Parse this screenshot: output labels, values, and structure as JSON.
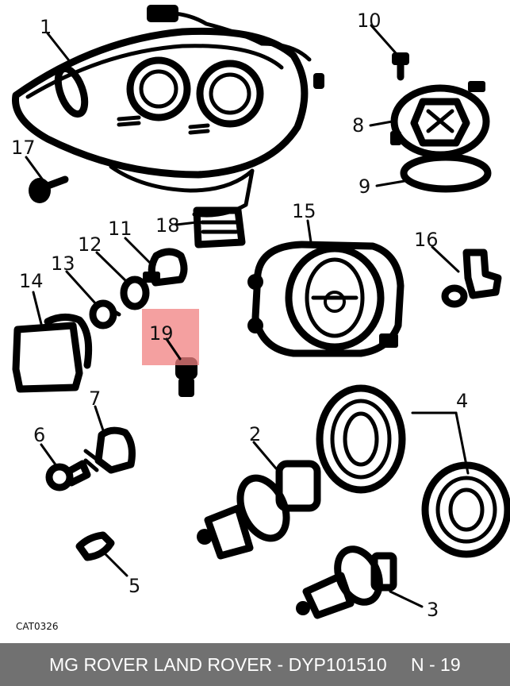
{
  "callouts": {
    "c1": "1",
    "c2": "2",
    "c3": "3",
    "c4": "4",
    "c5": "5",
    "c6": "6",
    "c7": "7",
    "c8": "8",
    "c9": "9",
    "c10": "10",
    "c11": "11",
    "c12": "12",
    "c13": "13",
    "c14": "14",
    "c15": "15",
    "c16": "16",
    "c17": "17",
    "c18": "18",
    "c19": "19"
  },
  "highlight": {
    "callout": "19",
    "color": "#f08080"
  },
  "catalog_code": "CAT0326",
  "footer": {
    "title": "MG ROVER LAND ROVER - DYP101510",
    "page": "N - 19",
    "background": "#717171"
  }
}
